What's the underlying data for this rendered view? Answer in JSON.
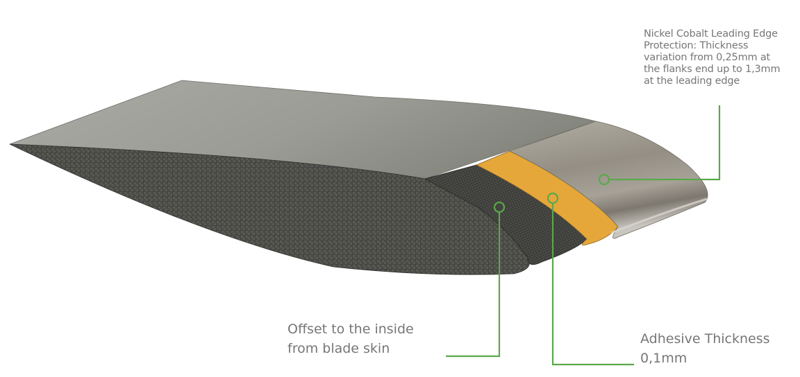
{
  "diagram": {
    "subject": "Rotor blade airfoil cross-section with leading edge protection",
    "colors": {
      "background": "#ffffff",
      "callout_line": "#5aa84a",
      "label_text": "#767676",
      "blade_skin_top": "#a3a59d",
      "carbon_weave": "#4a4a46",
      "carbon_offset_layer": "#3c3c38",
      "adhesive": "#e5a73a",
      "nickel_cobalt": "#9c968a"
    },
    "callouts": [
      {
        "id": "nickel-cobalt",
        "text": "Nickel Cobalt Leading Edge\nProtection: Thickness\nvariation from 0,25mm at\nthe flanks end up to 1,3mm\nat the leading edge"
      },
      {
        "id": "offset",
        "text": "Offset to the inside\nfrom blade skin"
      },
      {
        "id": "adhesive",
        "text": "Adhesive Thickness\n0,1mm"
      }
    ]
  }
}
